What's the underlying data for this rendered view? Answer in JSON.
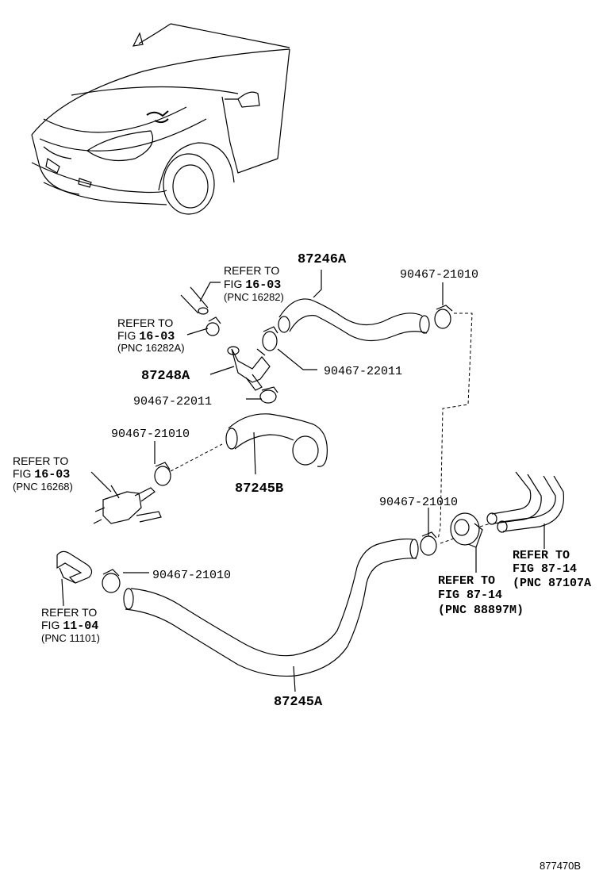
{
  "labels": {
    "p87246a": "87246A",
    "p90467_21010_top": "90467-21010",
    "p90467_22011_a": "90467-22011",
    "p90467_22011_b": "90467-22011",
    "p87248a": "87248A",
    "p90467_21010_mid": "90467-21010",
    "p87245b": "87245B",
    "p90467_21010_right": "90467-21010",
    "p90467_21010_low": "90467-21010",
    "p87245a": "87245A",
    "footer_code": "877470B"
  },
  "refs": {
    "ref1": {
      "l1": "REFER TO",
      "l2a": "FIG ",
      "l2b": "16-03",
      "l3": "(PNC 16282)"
    },
    "ref2": {
      "l1": "REFER TO",
      "l2a": "FIG ",
      "l2b": "16-03",
      "l3": "(PNC 16282A)"
    },
    "ref3": {
      "l1": "REFER TO",
      "l2a": "FIG ",
      "l2b": "16-03",
      "l3": "(PNC 16268)"
    },
    "ref4": {
      "l1": "REFER TO",
      "l2": "FIG 87-14",
      "l3": "(PNC 87107A"
    },
    "ref5": {
      "l1": "REFER TO",
      "l2": "FIG 87-14",
      "l3": "(PNC 88897M)"
    },
    "ref6": {
      "l1": "REFER TO",
      "l2a": "FIG ",
      "l2b": "11-04",
      "l3": "(PNC 11101)"
    }
  }
}
